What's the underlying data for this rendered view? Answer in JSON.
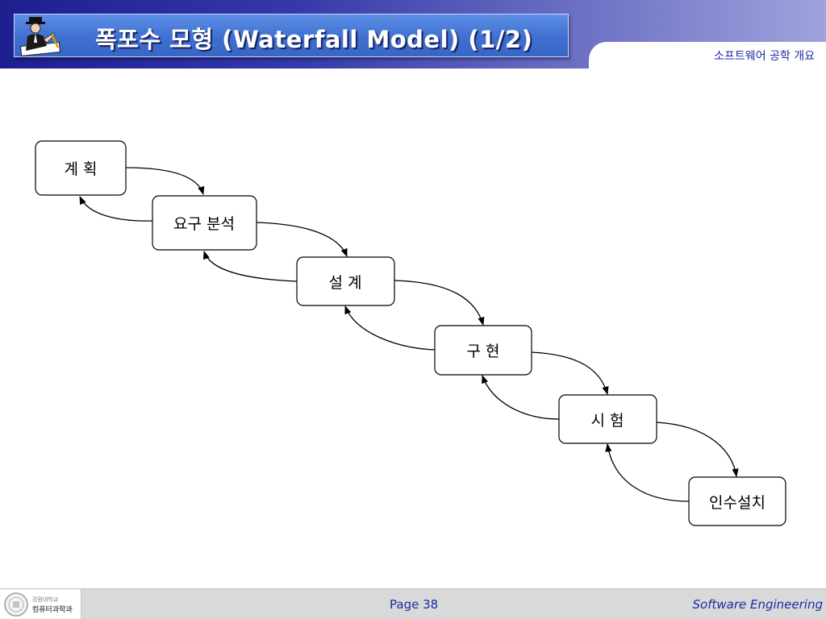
{
  "header": {
    "title": "폭포수 모형 (Waterfall Model) (1/2)",
    "subtitle": "소프트웨어 공학 개요",
    "clipart_icon": "person-writing-icon"
  },
  "diagram": {
    "stages": [
      {
        "id": "planning",
        "label": "계 획"
      },
      {
        "id": "requirements",
        "label": "요구 분석"
      },
      {
        "id": "design",
        "label": "설 계"
      },
      {
        "id": "implementation",
        "label": "구 현"
      },
      {
        "id": "testing",
        "label": "시 험"
      },
      {
        "id": "installation",
        "label": "인수설치"
      }
    ],
    "flow": "forward arrows to next stage, backward arrows to previous stage"
  },
  "footer": {
    "dept_small": "강원대학교",
    "dept_large": "컴퓨터과학과",
    "page": "Page 38",
    "course": "Software Engineering"
  },
  "colors": {
    "header_dark": "#1d1f8f",
    "title_box": "#3f6fd0",
    "accent_text": "#1b2aa6",
    "footer_bg": "#d9d9d9"
  }
}
